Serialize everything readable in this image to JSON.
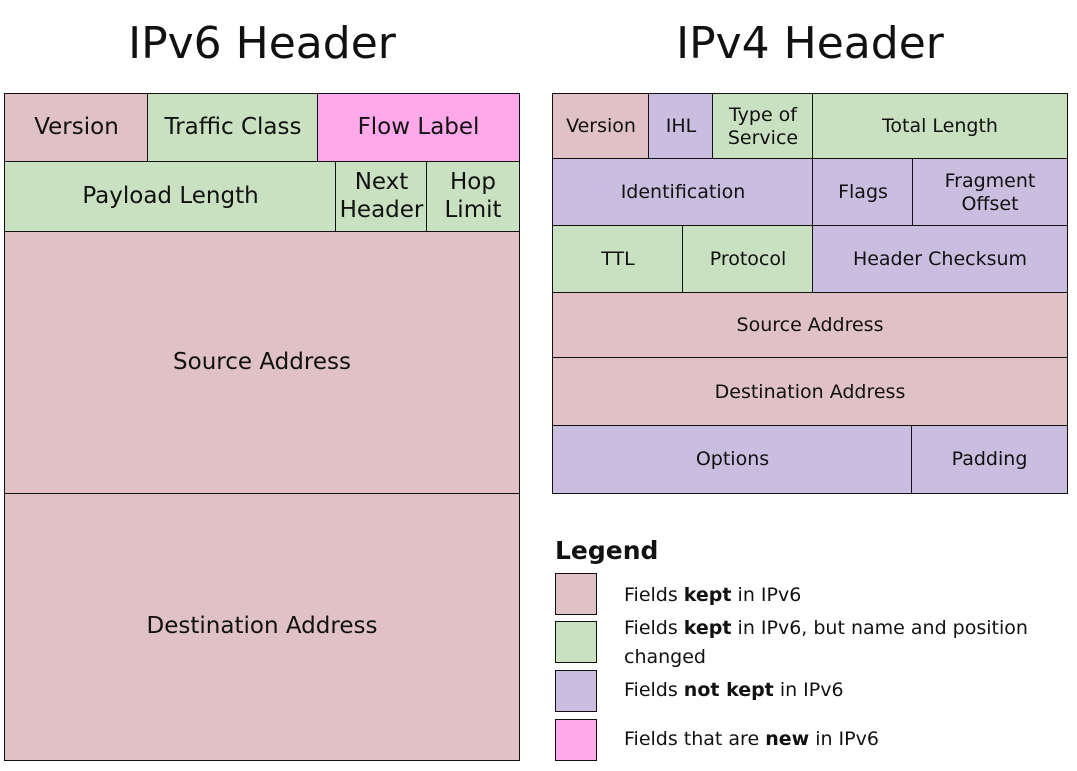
{
  "colors": {
    "kept": "#dfc1c6",
    "kept_changed": "#c9e1c1",
    "not_kept": "#c9bde0",
    "new": "#ffa9ea",
    "border": "#111111"
  },
  "ipv6": {
    "title": "IPv6 Header",
    "fields": {
      "version": "Version",
      "traffic_class": "Traffic Class",
      "flow_label": "Flow Label",
      "payload_length": "Payload Length",
      "next_header": "Next Header",
      "hop_limit": "Hop Limit",
      "source_address": "Source Address",
      "destination_address": "Destination Address"
    }
  },
  "ipv4": {
    "title": "IPv4 Header",
    "fields": {
      "version": "Version",
      "ihl": "IHL",
      "type_of_service": "Type of Service",
      "total_length": "Total Length",
      "identification": "Identification",
      "flags": "Flags",
      "fragment_offset": "Fragment Offset",
      "ttl": "TTL",
      "protocol": "Protocol",
      "header_checksum": "Header Checksum",
      "source_address": "Source Address",
      "destination_address": "Destination Address",
      "options": "Options",
      "padding": "Padding"
    }
  },
  "legend": {
    "title": "Legend",
    "items": [
      {
        "pre": "Fields ",
        "bold": "kept",
        "post": " in IPv6"
      },
      {
        "pre": "Fields ",
        "bold": "kept",
        "post": " in IPv6, but name and position changed"
      },
      {
        "pre": "Fields ",
        "bold": "not kept",
        "post": " in IPv6"
      },
      {
        "pre": "Fields that are ",
        "bold": "new",
        "post": " in IPv6"
      }
    ]
  }
}
